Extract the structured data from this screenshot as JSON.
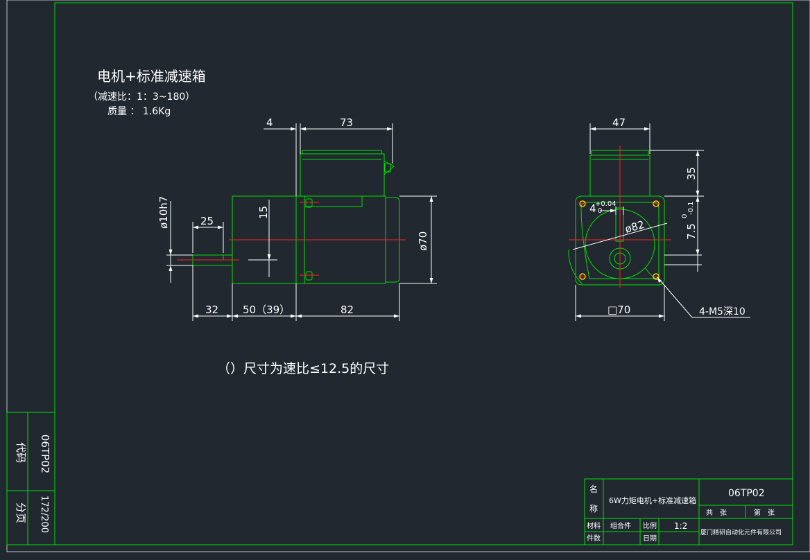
{
  "notes": {
    "title": "电机+标准减速箱",
    "ratio": "（减速比：1：3~180）",
    "mass": "质量 ： 1.6Kg",
    "footnote": "（）尺寸为速比≤12.5的尺寸"
  },
  "side_view_dims": {
    "d4": "4",
    "d73": "73",
    "d25": "25",
    "d15": "15",
    "shaft": "ø10h7",
    "dia70": "ø70",
    "d32": "32",
    "d50": "50（39）",
    "d82": "82"
  },
  "front_view_dims": {
    "d47": "47",
    "d35": "35",
    "key_w": "4",
    "key_tol_upper": "+0.04",
    "key_tol_lower": "0",
    "pcd": "ø82",
    "key_depth": "7.5",
    "key_depth_tol_upper": "0",
    "key_depth_tol_lower": "-0.1",
    "square70": "□70",
    "holes": "4-M5深10"
  },
  "left_strip": {
    "code_label": "代码",
    "code_value": "06TP02",
    "page_label": "分页",
    "page_value": "172/200"
  },
  "title_block": {
    "name_label_1": "名",
    "name_label_2": "称",
    "name": "6W力矩电机+标准减速箱",
    "code": "06TP02",
    "total_sheets": "共　张",
    "sheet_no": "第　张",
    "material_label": "材料",
    "material_value": "组合件",
    "scale_label": "比例",
    "scale_value": "1:2",
    "count_label": "件数",
    "date_label": "日期",
    "company": "厦门精研自动化元件有限公司"
  },
  "colors": {
    "background": "#212830",
    "frame": "#00e000",
    "outline": "#00e000",
    "dimension": "#ffffff",
    "centerline": "#ff2020",
    "hole": "#ffcc00"
  }
}
